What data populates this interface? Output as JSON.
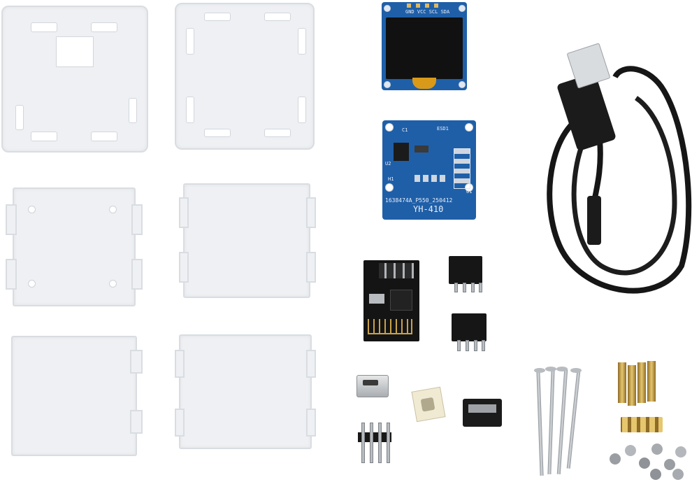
{
  "oled": {
    "pin_labels": "GND VCC SCL SDA"
  },
  "pcb": {
    "part_code": "1638474A_P550_250412",
    "model": "YH-410",
    "ref_c1": "C1",
    "ref_u2": "U2",
    "ref_h1": "H1",
    "ref_u1": "U1",
    "ref_esd": "ESD1"
  },
  "colors": {
    "pcb_blue": "#1f5fa8",
    "oled_black": "#111111",
    "acrylic": "#eef0f3",
    "brass": "#c9a24a"
  },
  "icons": [
    "usb-cable-icon",
    "screw-icon",
    "standoff-icon"
  ]
}
